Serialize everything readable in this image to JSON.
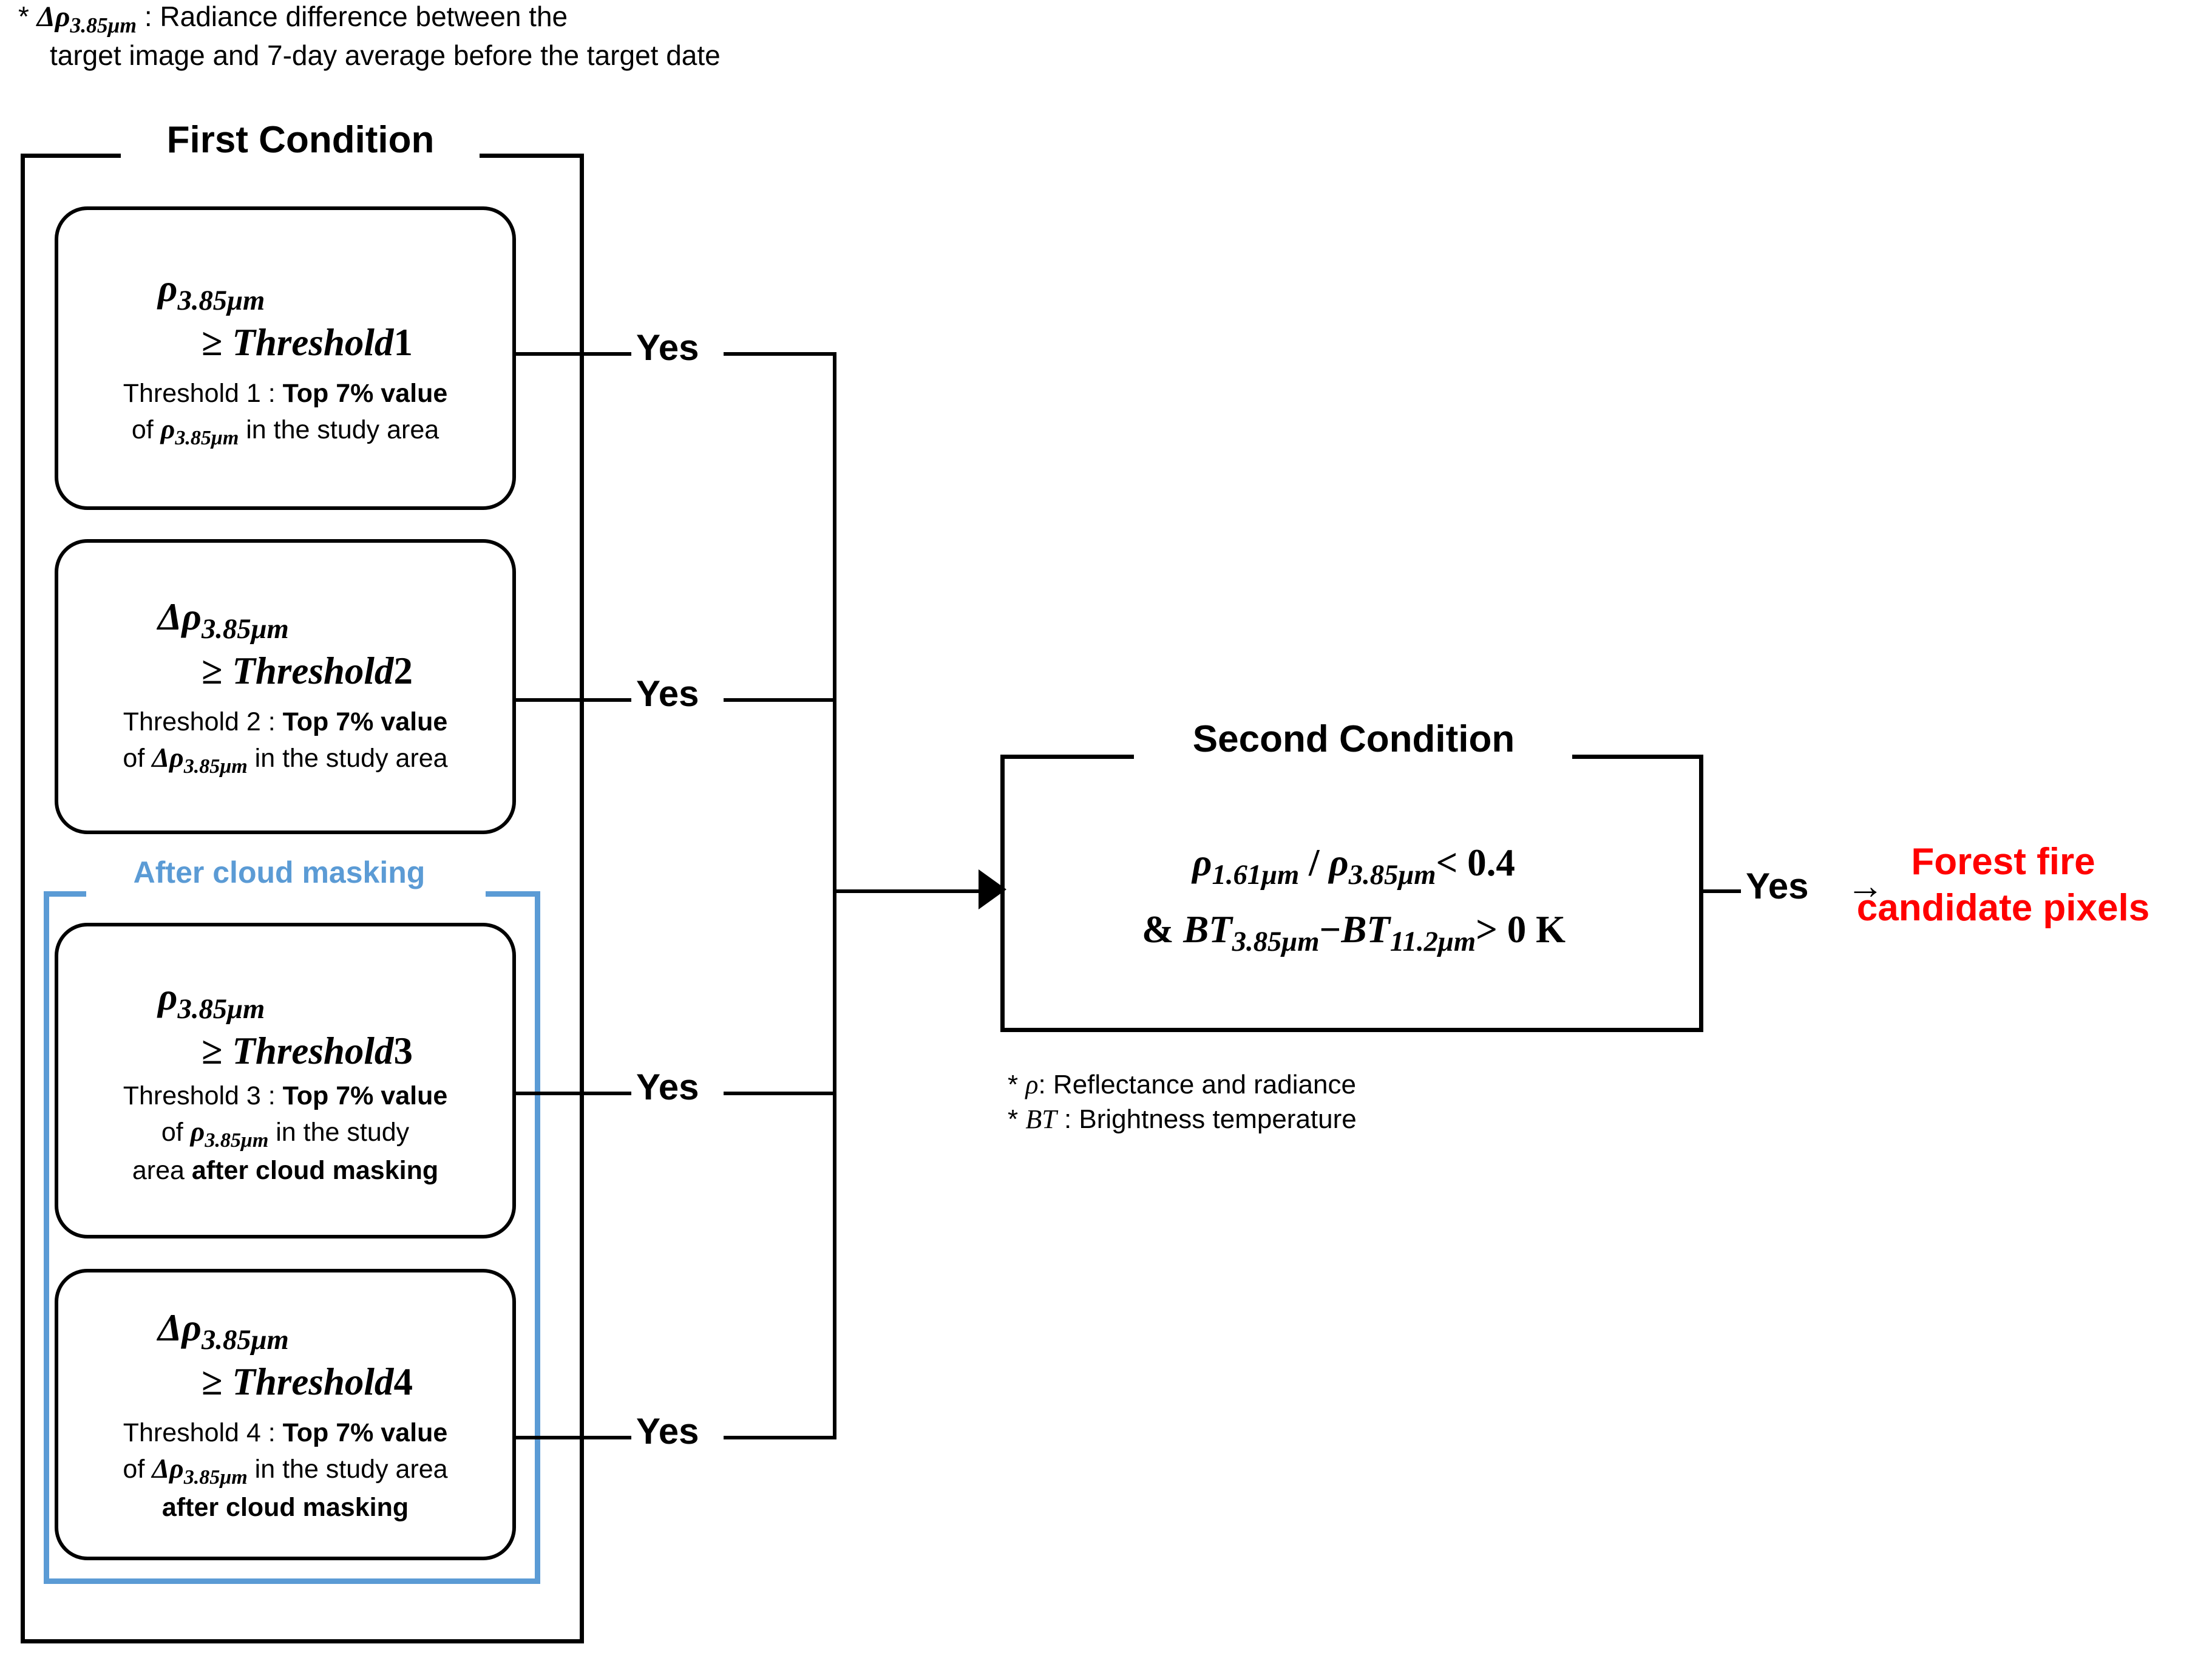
{
  "note_top": {
    "line1_prefix": "*",
    "line1_symbol": "Δρ",
    "line1_sub": "3.85μm",
    "line1_text": ": Radiance difference between the",
    "line2": "target image and 7-day average before the target date"
  },
  "first_condition": {
    "title": "First Condition",
    "cloud_mask_label": "After cloud masking",
    "boxes": [
      {
        "id": "box1",
        "lhs_symbol": "ρ",
        "lhs_sub": "3.85μm",
        "op": "≥",
        "rhs": "Threshold",
        "rhs_num": "1",
        "desc_line1_plain": "Threshold 1 : ",
        "desc_line1_bold": "Top 7% value",
        "desc_line2_prefix": "of ",
        "desc_line2_symbol": "ρ",
        "desc_line2_sub": "3.85μm",
        "desc_line2_suffix": " in the study area",
        "desc_line3_plain": "",
        "desc_line3_bold": "",
        "yes_label": "Yes"
      },
      {
        "id": "box2",
        "lhs_symbol": "Δρ",
        "lhs_sub": "3.85μm",
        "op": "≥",
        "rhs": "Threshold",
        "rhs_num": "2",
        "desc_line1_plain": "Threshold 2 : ",
        "desc_line1_bold": "Top 7% value",
        "desc_line2_prefix": "of ",
        "desc_line2_symbol": "Δρ",
        "desc_line2_sub": "3.85μm",
        "desc_line2_suffix": " in the study area",
        "desc_line3_plain": "",
        "desc_line3_bold": "",
        "yes_label": "Yes"
      },
      {
        "id": "box3",
        "lhs_symbol": "ρ",
        "lhs_sub": "3.85μm",
        "op": "≥",
        "rhs": "Threshold",
        "rhs_num": "3",
        "desc_line1_plain": "Threshold 3 : ",
        "desc_line1_bold": "Top 7% value",
        "desc_line2_prefix": "of ",
        "desc_line2_symbol": "ρ",
        "desc_line2_sub": "3.85μm",
        "desc_line2_suffix": " in the study",
        "desc_line3_plain": "area ",
        "desc_line3_bold": "after cloud masking",
        "yes_label": "Yes"
      },
      {
        "id": "box4",
        "lhs_symbol": "Δρ",
        "lhs_sub": "3.85μm",
        "op": "≥",
        "rhs": "Threshold",
        "rhs_num": "4",
        "desc_line1_plain": "Threshold 4 : ",
        "desc_line1_bold": "Top 7% value",
        "desc_line2_prefix": "of ",
        "desc_line2_symbol": "Δρ",
        "desc_line2_sub": "3.85μm",
        "desc_line2_suffix": " in the study area",
        "desc_line3_plain": "",
        "desc_line3_bold": "after cloud masking",
        "yes_label": "Yes"
      }
    ]
  },
  "second_condition": {
    "title": "Second Condition",
    "eq1": {
      "a_symbol": "ρ",
      "a_sub": "1.61μm",
      "divider": "/",
      "b_symbol": "ρ",
      "b_sub": "3.85μm",
      "op": "<",
      "value": "0.4"
    },
    "eq2": {
      "amp": "&",
      "a_symbol": "BT",
      "a_sub": "3.85μm",
      "minus": "−",
      "b_symbol": "BT",
      "b_sub": "11.2μm",
      "op": ">",
      "value": "0 K"
    },
    "notes": [
      {
        "star": "*",
        "symbol": "ρ",
        "text": ": Reflectance and radiance"
      },
      {
        "star": "*",
        "symbol": "BT",
        "text": " : Brightness temperature"
      }
    ],
    "yes_label": "Yes",
    "arrow": "→"
  },
  "result": {
    "line1": "Forest fire",
    "line2": "candidate pixels"
  },
  "colors": {
    "blue": "#5b9bd5",
    "red": "#ff0000",
    "black": "#000000"
  }
}
